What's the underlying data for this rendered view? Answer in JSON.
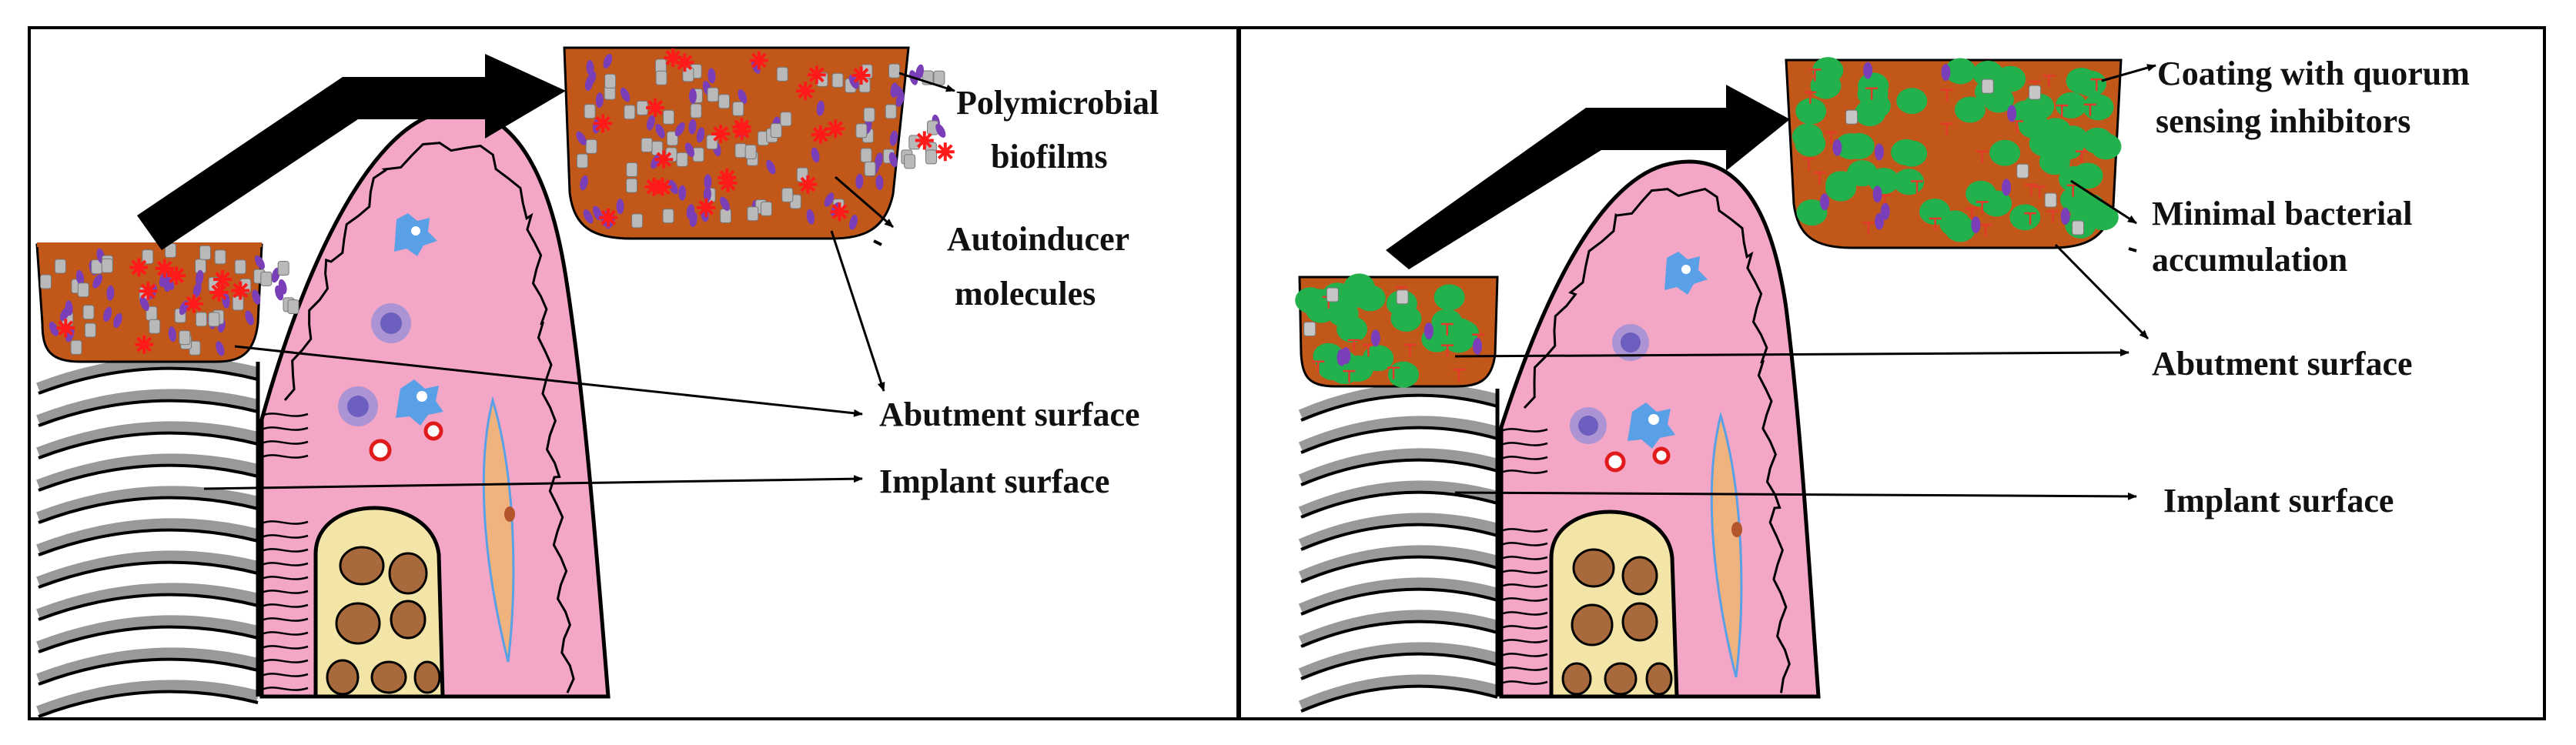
{
  "colors": {
    "gum_pink": "#f4a6c6",
    "biofilm_brown": "#c2571a",
    "bone_cream": "#f3e4a8",
    "bone_spot": "#a86a3c",
    "green_inhibitor": "#22b14c",
    "purple_bacteria": "#7a3fb8",
    "red_autoinducer": "#ff1a1a",
    "blue_cell": "#5aa0e6",
    "outline": "#000000"
  },
  "panels": {
    "left": {
      "labels": {
        "polymicrobial_1": "Polymicrobial",
        "polymicrobial_2": "biofilms",
        "autoinducer_1": "Autoinducer",
        "autoinducer_2": "molecules",
        "abutment": "Abutment surface",
        "implant": "Implant surface"
      }
    },
    "right": {
      "labels": {
        "coating_1": "Coating with quorum",
        "coating_2": "sensing inhibitors",
        "minimal_1": "Minimal bacterial",
        "minimal_2": "accumulation",
        "abutment": "Abutment surface",
        "implant": "Implant surface"
      }
    }
  }
}
